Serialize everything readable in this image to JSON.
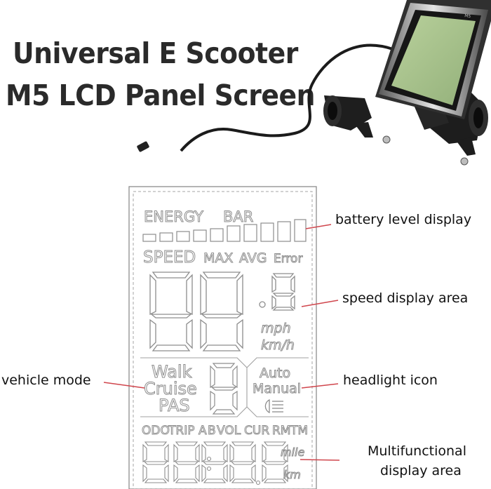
{
  "header": {
    "title_line1": "Universal E Scooter",
    "title_line2": "M5 LCD Panel Screen"
  },
  "lcd": {
    "energy_label": "ENERGY",
    "bar_label": "BAR",
    "speed_label": "SPEED",
    "max_label": "MAX",
    "avg_label": "AVG",
    "error_label": "Error",
    "speed_digits": "88.8",
    "unit_mph": "mph",
    "unit_kmh": "km/h",
    "mode_walk": "Walk",
    "mode_cruise": "Cruise",
    "mode_pas": "PAS",
    "mode_digit": "8",
    "light_auto": "Auto",
    "light_manual": "Manual",
    "info_odo": "ODO",
    "info_trip": "TRIP",
    "info_a": "A",
    "info_b": "B",
    "info_vol": "VOL",
    "info_cur": "CUR",
    "info_rm": "RM",
    "info_tm": "TM",
    "info_digits": "8888.8",
    "unit_mile": "mile",
    "unit_km": "km"
  },
  "callouts": {
    "battery": "battery level display",
    "speed": "speed display area",
    "vehicle": "vehicle mode",
    "headlight": "headlight icon",
    "multi_line1": "Multifunctional",
    "multi_line2": "display area"
  },
  "colors": {
    "callout_line": "#d0464d",
    "outline": "#8d8d8d",
    "screen_green": "#a9c48c"
  }
}
